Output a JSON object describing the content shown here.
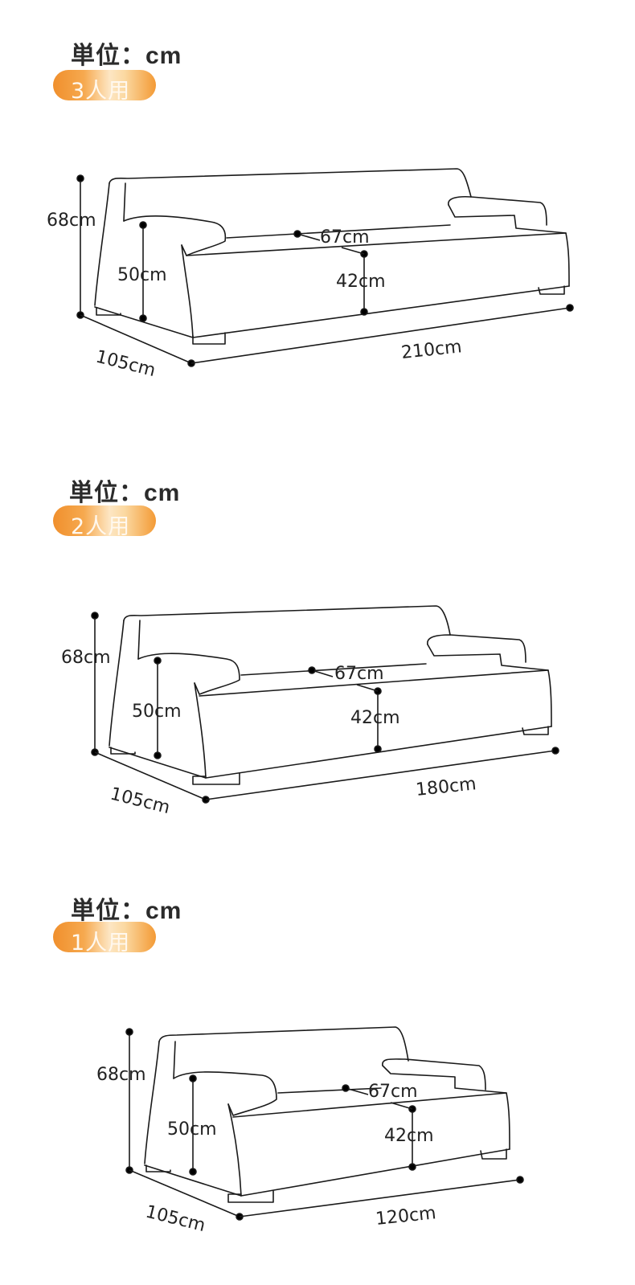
{
  "sections": [
    {
      "unit_label": "単位：cm",
      "badge": "3人用",
      "height": "68cm",
      "arm_height": "50cm",
      "seat_depth": "67cm",
      "seat_height": "42cm",
      "depth": "105cm",
      "width": "210cm"
    },
    {
      "unit_label": "単位：cm",
      "badge": "2人用",
      "height": "68cm",
      "arm_height": "50cm",
      "seat_depth": "67cm",
      "seat_height": "42cm",
      "depth": "105cm",
      "width": "180cm"
    },
    {
      "unit_label": "単位：cm",
      "badge": "1人用",
      "height": "68cm",
      "arm_height": "50cm",
      "seat_depth": "67cm",
      "seat_height": "42cm",
      "depth": "105cm",
      "width": "120cm"
    }
  ]
}
